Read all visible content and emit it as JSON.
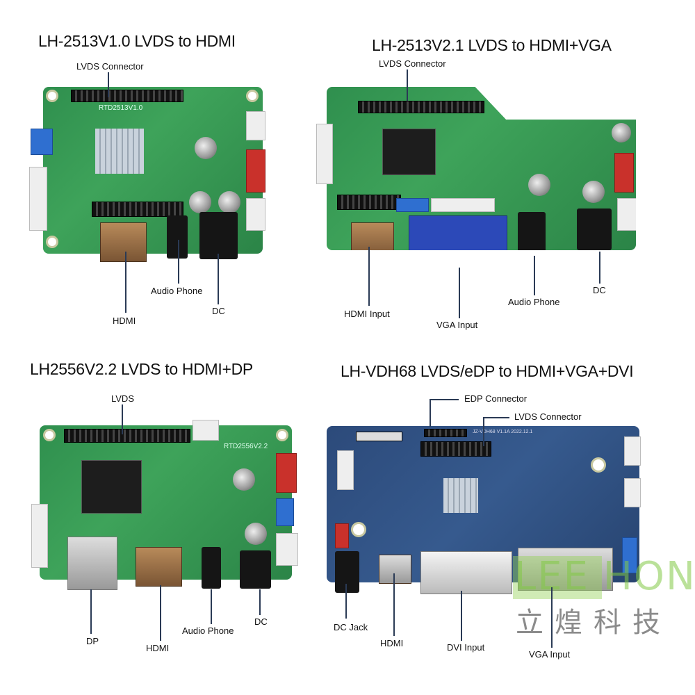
{
  "panels": [
    {
      "title": "LH-2513V1.0  LVDS to HDMI",
      "board_text": "RTD2513V1.0",
      "labels": {
        "lvds": "LVDS Connector",
        "hdmi": "HDMI",
        "audio": "Audio Phone",
        "dc": "DC"
      }
    },
    {
      "title": "LH-2513V2.1  LVDS to HDMI+VGA",
      "labels": {
        "lvds": "LVDS Connector",
        "hdmi": "HDMI Input",
        "vga": "VGA Input",
        "audio": "Audio Phone",
        "dc": "DC"
      }
    },
    {
      "title": "LH2556V2.2  LVDS to HDMI+DP",
      "board_text": "RTD2556V2.2",
      "labels": {
        "lvds": "LVDS",
        "dp": "DP",
        "hdmi": "HDMI",
        "audio": "Audio Phone",
        "dc": "DC"
      }
    },
    {
      "title": "LH-VDH68  LVDS/eDP to HDMI+VGA+DVI",
      "board_text": "JZ-VDH68 V1.1A 2022.12.1",
      "labels": {
        "edp": "EDP Connector",
        "lvds": "LVDS Connector",
        "dc": "DC Jack",
        "hdmi": "HDMI",
        "dvi": "DVI Input",
        "vga": "VGA Input"
      }
    }
  ],
  "watermark": {
    "latin": "LEE HON",
    "chinese": "立煌科技"
  },
  "colors": {
    "pcb_green": "#3ea35a",
    "pcb_blue": "#365a8e",
    "watermark_green": "#82c846"
  }
}
